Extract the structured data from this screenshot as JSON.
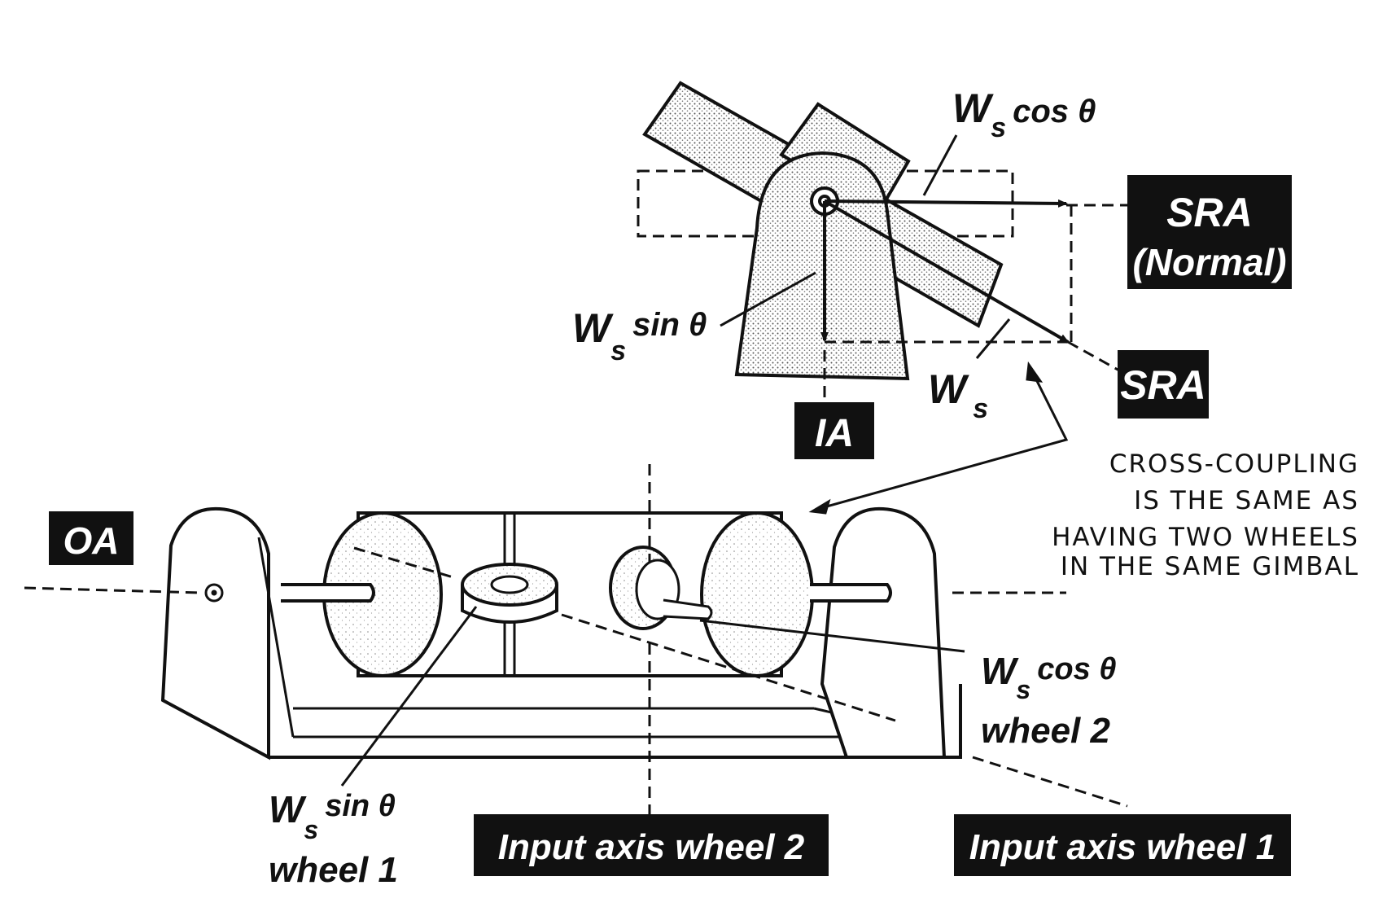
{
  "labels": {
    "ws_cos_top": "W",
    "ws_cos_top_sub": "s",
    "ws_cos_top_fn": "cos θ",
    "ws_sin_top": "W",
    "ws_sin_top_sub": "s",
    "ws_sin_top_fn": "sin θ",
    "ws": "W",
    "ws_sub": "s",
    "sra_normal_1": "SRA",
    "sra_normal_2": "(Normal)",
    "sra": "SRA",
    "ia": "IA",
    "oa": "OA",
    "cross_coupling": [
      "CROSS-COUPLING",
      "IS THE SAME AS",
      "HAVING TWO WHEELS",
      "IN THE SAME GIMBAL"
    ],
    "ws_cos_w2": "W",
    "ws_cos_w2_sub": "s",
    "ws_cos_w2_fn": "cos θ",
    "wheel2": "wheel 2",
    "ws_sin_w1": "W",
    "ws_sin_w1_sub": "s",
    "ws_sin_w1_fn": "sin θ",
    "wheel1": "wheel 1",
    "input_axis_wheel_2": "Input axis wheel 2",
    "input_axis_wheel_1": "Input axis wheel 1"
  },
  "colors": {
    "ink": "#111111",
    "label_box": "#111111",
    "label_box_text": "#ffffff",
    "shading": "#bdbdbd"
  }
}
